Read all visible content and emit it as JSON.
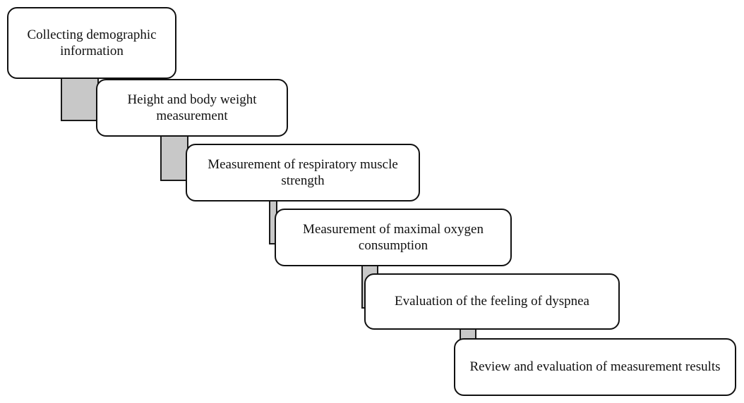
{
  "diagram": {
    "steps": [
      {
        "label": "Collecting demographic information"
      },
      {
        "label": "Height and body weight measurement"
      },
      {
        "label": "Measurement of respiratory muscle strength"
      },
      {
        "label": "Measurement of maximal oxygen consumption"
      },
      {
        "label": "Evaluation of the feeling of dyspnea"
      },
      {
        "label": "Review and evaluation of measurement results"
      }
    ],
    "colors": {
      "box_fill": "#ffffff",
      "box_border": "#111111",
      "connector_fill": "#c8c8c8",
      "text": "#111111"
    }
  }
}
